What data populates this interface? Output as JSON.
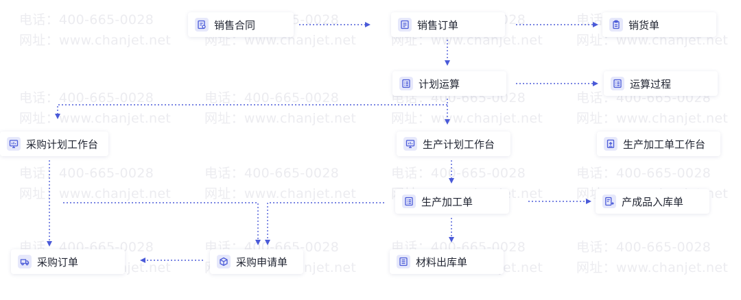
{
  "watermark": {
    "phone": "电话：400-665-0028",
    "site": "网址：www.chanjet.net"
  },
  "nodes": {
    "sales_contract": "销售合同",
    "sales_order": "销售订单",
    "sales_delivery": "销货单",
    "plan_calc": "计划运算",
    "calc_process": "运算过程",
    "purchase_plan_desk": "采购计划工作台",
    "production_plan_desk": "生产计划工作台",
    "production_work_order_desk": "生产加工单工作台",
    "production_work_order": "生产加工单",
    "finished_goods_inbound": "产成品入库单",
    "purchase_order": "采购订单",
    "purchase_request": "采购申请单",
    "material_outbound": "材料出库单"
  },
  "colors": {
    "line": "#4a5ad8",
    "icon": "#4a5ad8",
    "icon_bg": "#e6e8fb"
  },
  "icons": {
    "sales_contract": "contract-icon",
    "sales_order": "order-list-icon",
    "sales_delivery": "clipboard-icon",
    "plan_calc": "list-icon",
    "calc_process": "list-icon",
    "purchase_plan_desk": "monitor-icon",
    "production_plan_desk": "monitor-icon",
    "production_work_order_desk": "upload-doc-icon",
    "production_work_order": "list-icon",
    "finished_goods_inbound": "inbound-icon",
    "purchase_order": "truck-icon",
    "purchase_request": "box-icon",
    "material_outbound": "outbound-icon"
  }
}
